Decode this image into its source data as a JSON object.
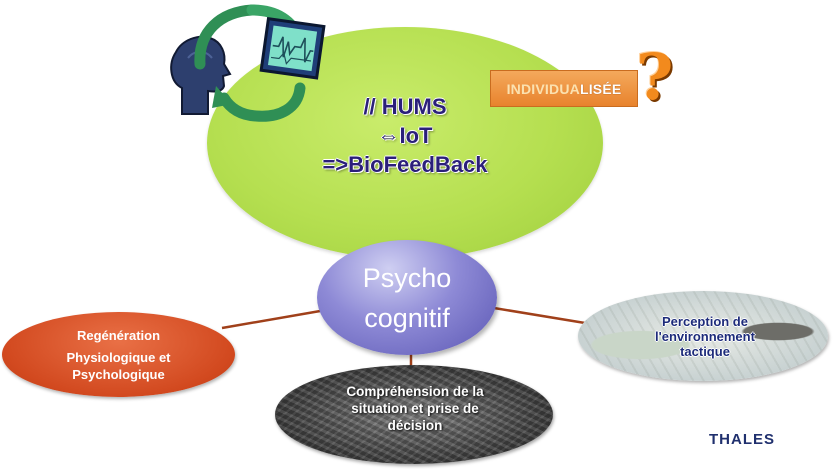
{
  "hub": {
    "lines": [
      "// HUMS",
      "⇔IoT",
      "=>BioFeedBack"
    ]
  },
  "badge": {
    "part1": "INDIVIDUA",
    "part2": "LISÉE",
    "mark": "?"
  },
  "center": {
    "line1": "Psycho",
    "line2": "cognitif"
  },
  "left": {
    "line1": "Regénération",
    "line2": "Physiologique et",
    "line3": "Psychologique"
  },
  "bottom": {
    "line1": "Compréhension de la",
    "line2": "situation et prise de",
    "line3": "décision"
  },
  "right": {
    "line1": "Perception de",
    "line2": "l'environnement",
    "line3": "tactique"
  },
  "brand": "THALES",
  "icons": [
    "head-profile-icon",
    "cycle-arrows-icon",
    "monitor-waveform-icon"
  ],
  "colors": {
    "hub": "#b5df50",
    "center": "#8e8ad6",
    "left": "#d2491f",
    "badge": "#e8832d",
    "hub_text": "#2b1f7a",
    "link": "#a0401a",
    "brand": "#20306e"
  }
}
